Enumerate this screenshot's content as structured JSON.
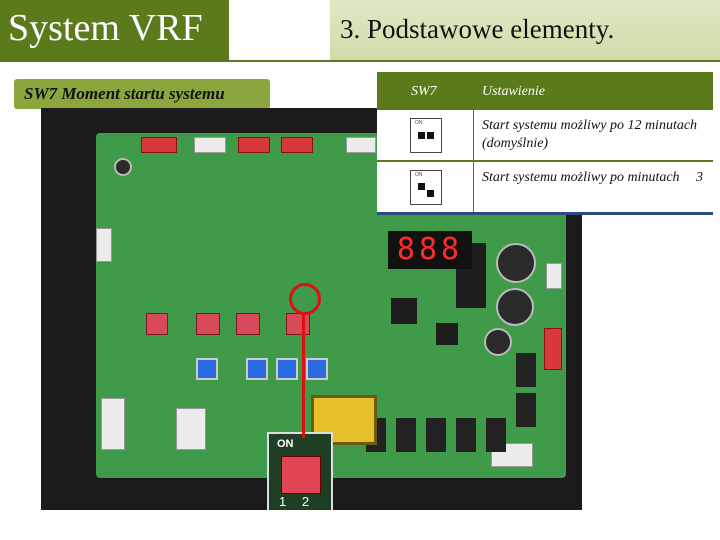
{
  "header": {
    "app_title": "System VRF",
    "section_title": "3. Podstawowe elementy."
  },
  "caption": {
    "label": "SW7 Moment startu systemu"
  },
  "photo": {
    "display_text": "888",
    "zoom_on_label": "ON",
    "zoom_numbers": "1 2"
  },
  "table": {
    "headers": [
      "SW7",
      "Ustawienie"
    ],
    "rows": [
      {
        "icon": "dip-switch-setting-1-icon",
        "description": "Start systemu możliwy po 12 minutach (domyślnie)"
      },
      {
        "icon": "dip-switch-setting-2-icon",
        "description": "Start systemu możliwy po minutach"
      }
    ]
  },
  "side_number": "3",
  "colors": {
    "accent_green": "#5a7a1c",
    "caption_green": "#8aa63c",
    "highlight_red": "#e01010",
    "table_border_blue": "#2b4a85"
  }
}
